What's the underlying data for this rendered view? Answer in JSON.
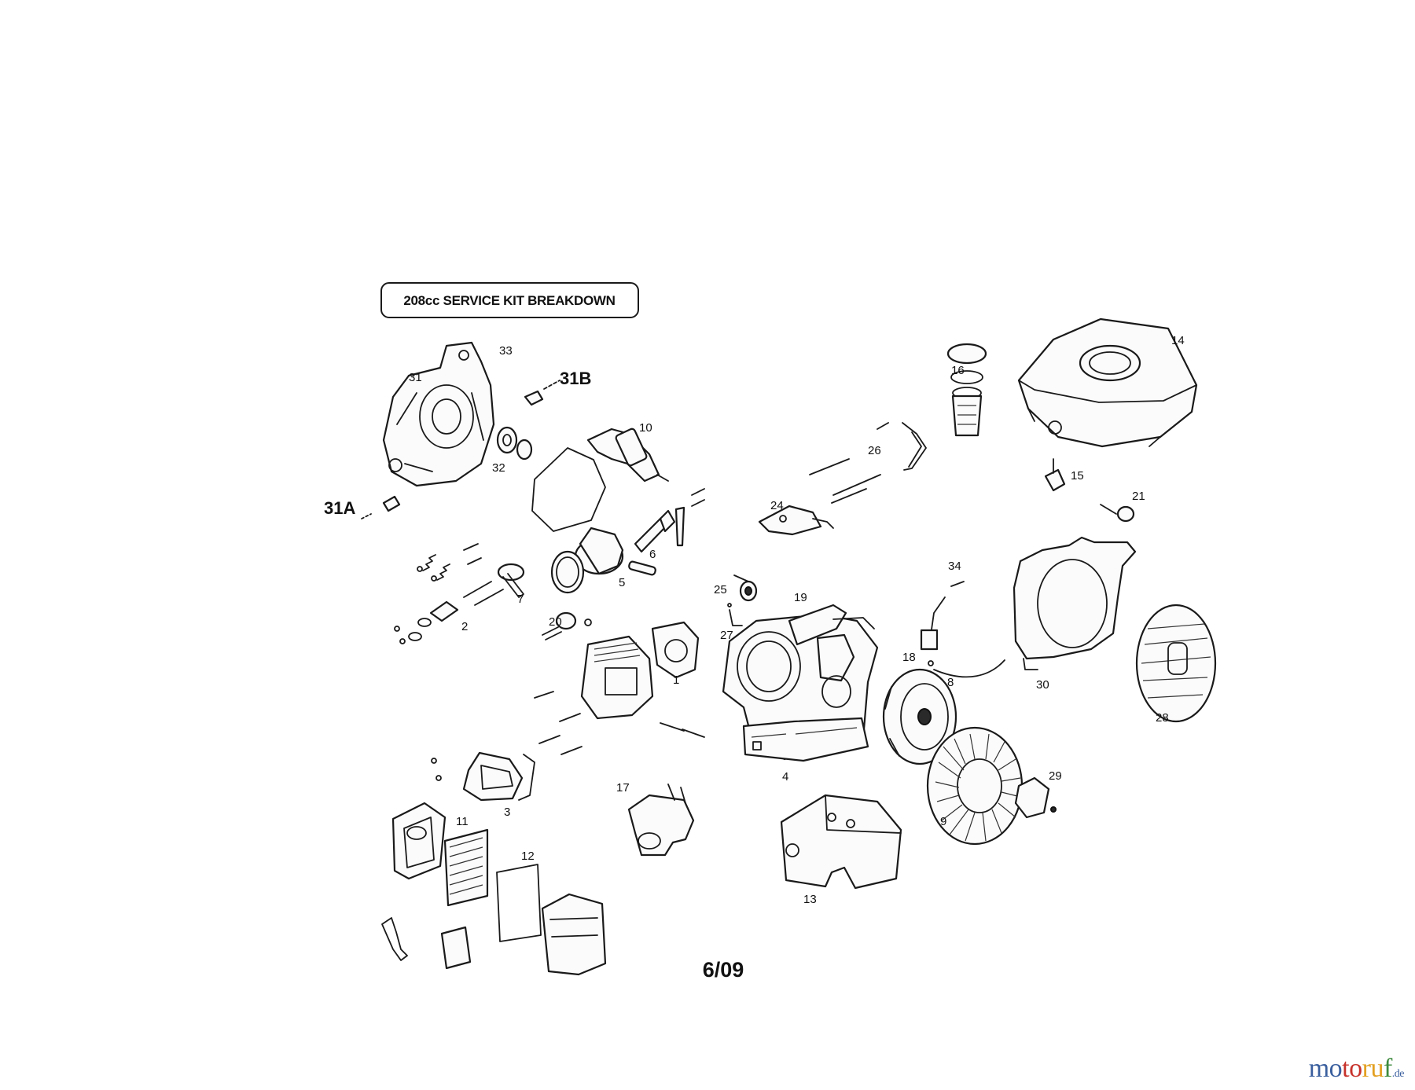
{
  "title": "208cc SERVICE KIT BREAKDOWN",
  "date_code": "6/09",
  "watermark": {
    "brand_parts": [
      "mo",
      "to",
      "ru",
      "f"
    ],
    "suffix": ".de"
  },
  "callouts": {
    "p1": "1",
    "p2": "2",
    "p3": "3",
    "p4": "4",
    "p5": "5",
    "p6": "6",
    "p7": "7",
    "p8": "8",
    "p9": "9",
    "p10": "10",
    "p11": "11",
    "p12": "12",
    "p13": "13",
    "p14": "14",
    "p15": "15",
    "p16": "16",
    "p17": "17",
    "p18": "18",
    "p19": "19",
    "p20": "20",
    "p21": "21",
    "p24": "24",
    "p25": "25",
    "p26": "26",
    "p27": "27",
    "p28": "28",
    "p29": "29",
    "p30": "30",
    "p31": "31",
    "p31a": "31A",
    "p31b": "31B",
    "p32": "32",
    "p33": "33",
    "p34": "34"
  }
}
